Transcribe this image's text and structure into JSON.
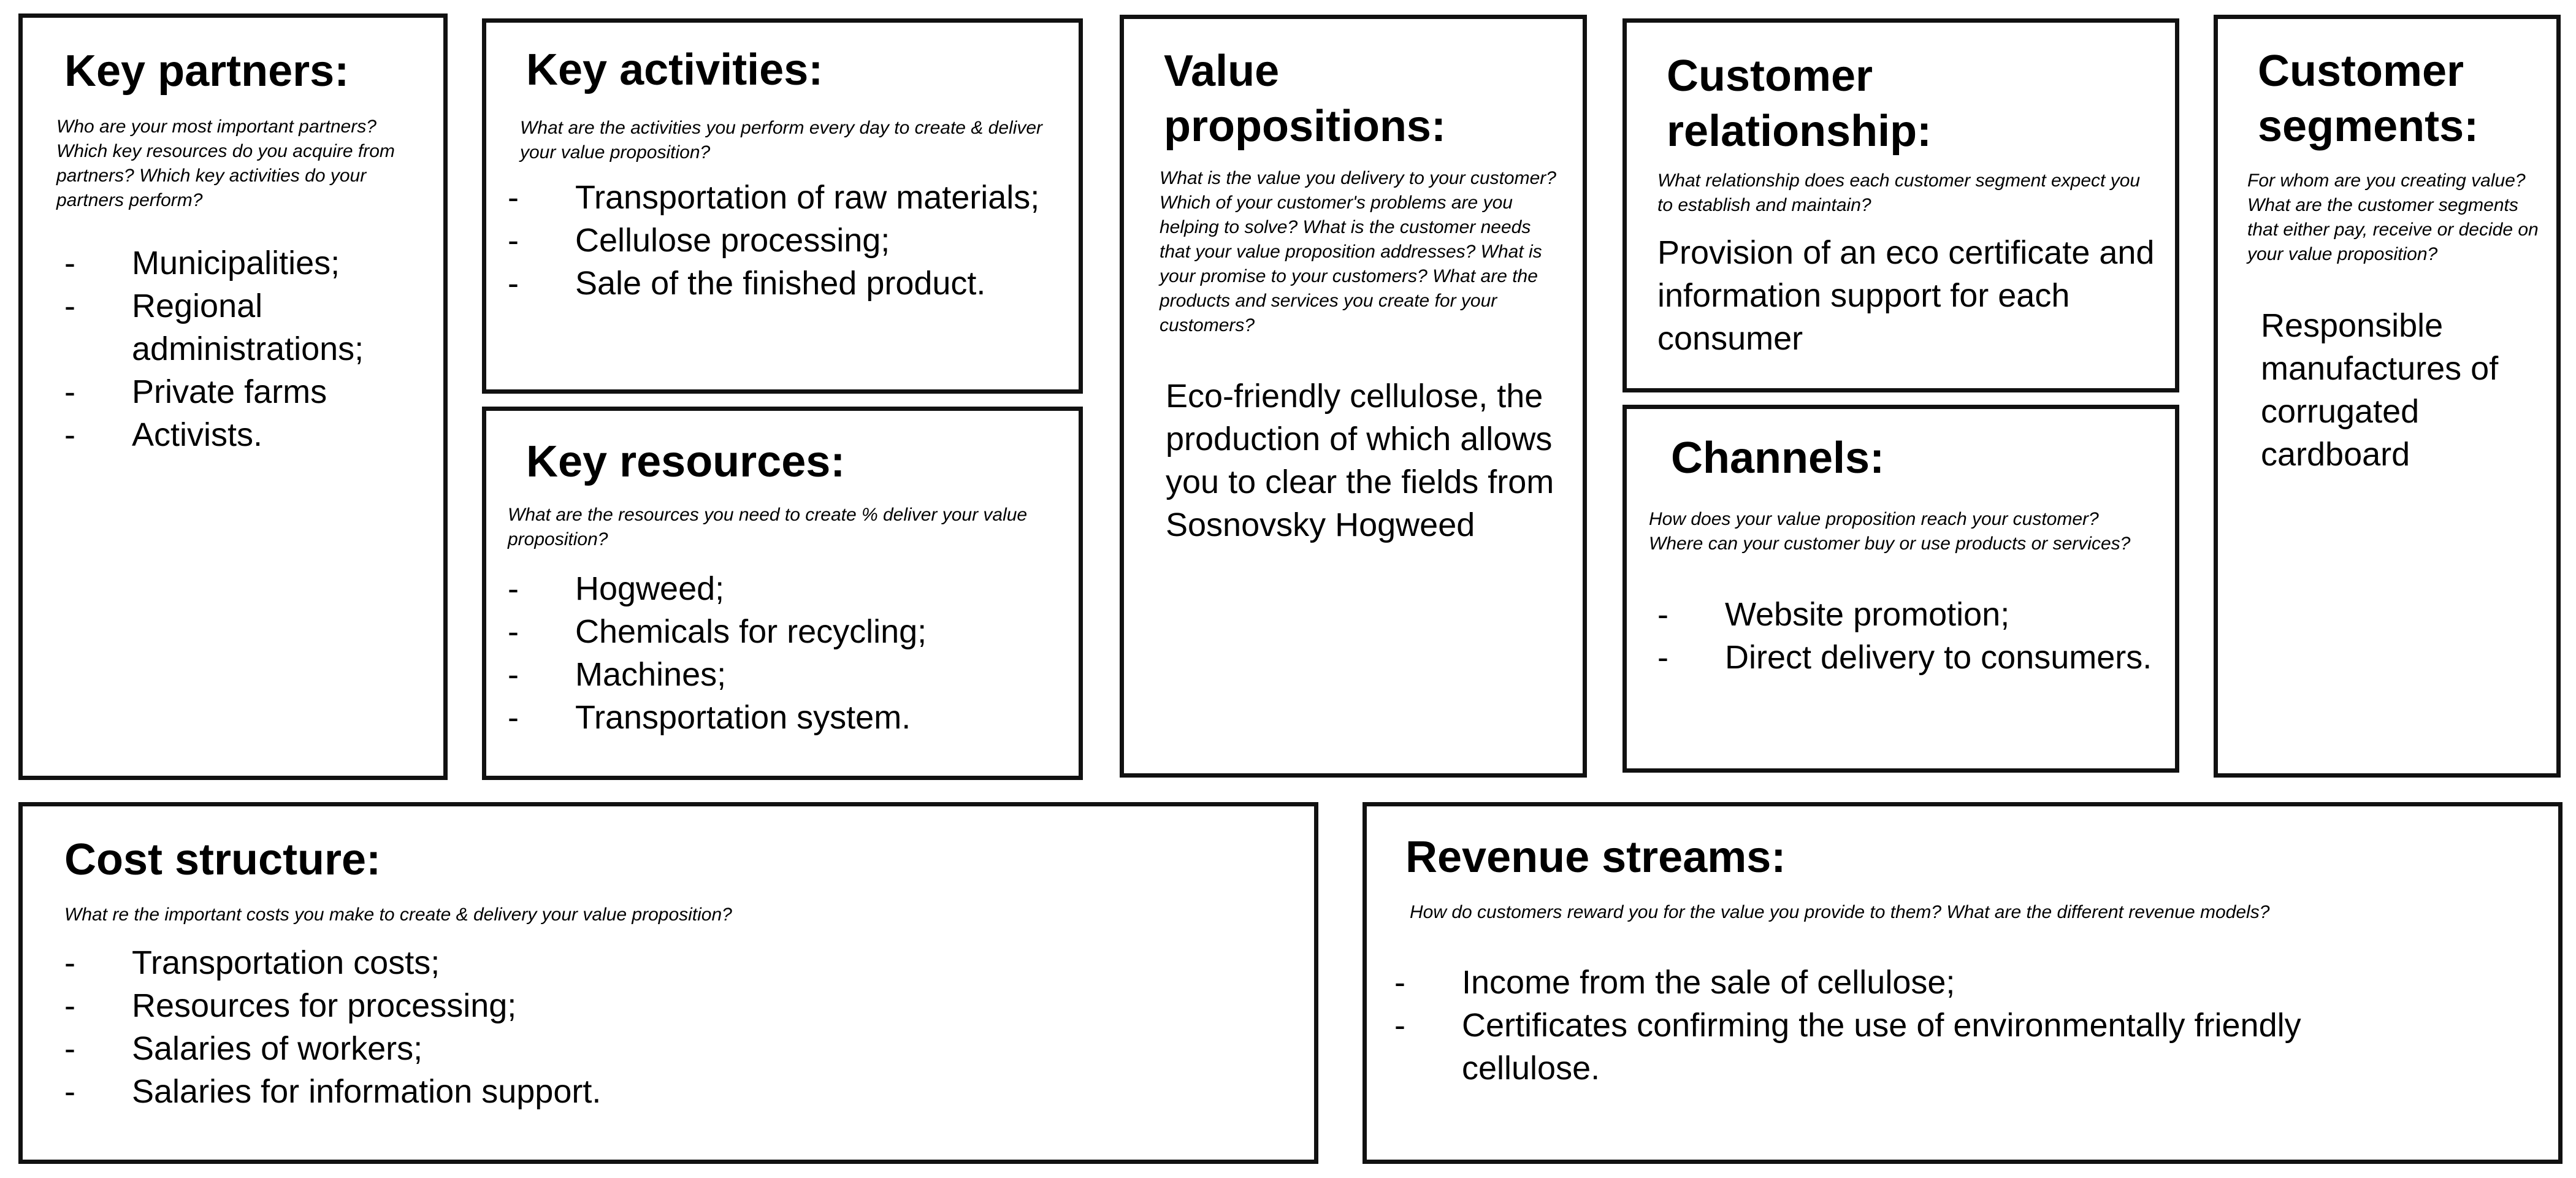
{
  "key_partners": {
    "title": "Key partners:",
    "question": "Who are your most important partners? Which key resources do you acquire from partners? Which key activities do your partners perform?",
    "items": [
      "Municipalities;",
      "Regional administrations;",
      "Private farms",
      "Activists."
    ]
  },
  "key_activities": {
    "title": "Key activities:",
    "question": "What are the activities you perform every day to create & deliver your value proposition?",
    "items": [
      "Transportation of raw materials;",
      "Cellulose processing;",
      "Sale of the finished product."
    ]
  },
  "key_resources": {
    "title": "Key resources:",
    "question": "What are the resources you need to create % deliver your value proposition?",
    "items": [
      "Hogweed;",
      "Chemicals for recycling;",
      "Machines;",
      "Transportation system."
    ]
  },
  "value_propositions": {
    "title": "Value propositions:",
    "question": "What is the value you delivery to your customer? Which of your customer's problems are you helping to solve? What is the customer needs that your value proposition addresses? What is your promise to your customers? What are the products and services you create for your customers?",
    "text": "Eco-friendly cellulose, the production of which allows you to clear the fields from Sosnovsky Hogweed"
  },
  "customer_relationship": {
    "title": "Customer relationship:",
    "question": "What relationship does each customer segment expect you to establish and maintain?",
    "text": "Provision of an eco certificate and information support for each consumer"
  },
  "channels": {
    "title": "Channels:",
    "question": "How does your value proposition reach your customer? Where can your customer buy or use products or services?",
    "items": [
      "Website promotion;",
      "Direct delivery to consumers."
    ]
  },
  "customer_segments": {
    "title": "Customer segments:",
    "question": "For whom are you creating value? What are the customer segments that either pay, receive or decide on your value proposition?",
    "text": "Responsible manufactures of corrugated cardboard"
  },
  "cost_structure": {
    "title": "Cost structure:",
    "question": "What re the important costs you make to create & delivery your value proposition?",
    "items": [
      "Transportation costs;",
      "Resources for processing;",
      "Salaries of workers;",
      "Salaries for information support."
    ]
  },
  "revenue_streams": {
    "title": "Revenue streams:",
    "question": "How do customers reward you for the value you provide to them? What are the different revenue models?",
    "items": [
      "Income from the sale of cellulose;",
      "Certificates confirming the use of environmentally friendly cellulose."
    ]
  }
}
